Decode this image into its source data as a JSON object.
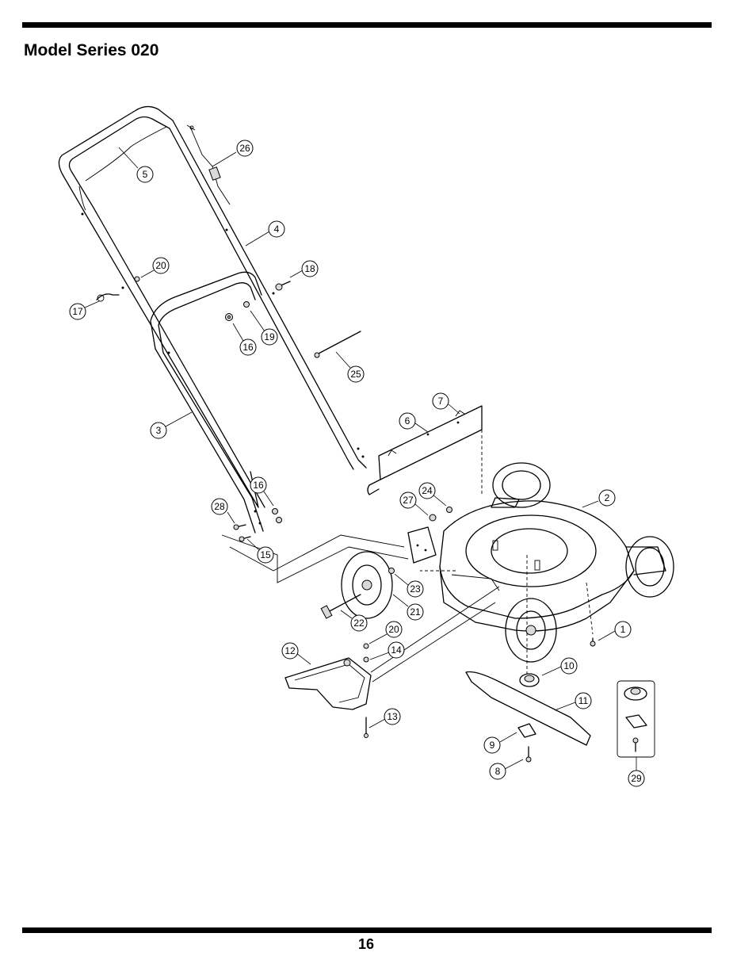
{
  "header": {
    "title": "Model Series 020"
  },
  "footer": {
    "page_number": "16"
  },
  "callouts": [
    {
      "id": "26",
      "label": "26"
    },
    {
      "id": "5",
      "label": "5"
    },
    {
      "id": "4",
      "label": "4"
    },
    {
      "id": "20a",
      "label": "20"
    },
    {
      "id": "18",
      "label": "18"
    },
    {
      "id": "17",
      "label": "17"
    },
    {
      "id": "19",
      "label": "19"
    },
    {
      "id": "16a",
      "label": "16"
    },
    {
      "id": "25",
      "label": "25"
    },
    {
      "id": "7",
      "label": "7"
    },
    {
      "id": "6",
      "label": "6"
    },
    {
      "id": "3",
      "label": "3"
    },
    {
      "id": "16b",
      "label": "16"
    },
    {
      "id": "24",
      "label": "24"
    },
    {
      "id": "27",
      "label": "27"
    },
    {
      "id": "2",
      "label": "2"
    },
    {
      "id": "28",
      "label": "28"
    },
    {
      "id": "15",
      "label": "15"
    },
    {
      "id": "23",
      "label": "23"
    },
    {
      "id": "21",
      "label": "21"
    },
    {
      "id": "22",
      "label": "22"
    },
    {
      "id": "20b",
      "label": "20"
    },
    {
      "id": "1",
      "label": "1"
    },
    {
      "id": "12",
      "label": "12"
    },
    {
      "id": "14",
      "label": "14"
    },
    {
      "id": "10",
      "label": "10"
    },
    {
      "id": "11",
      "label": "11"
    },
    {
      "id": "13",
      "label": "13"
    },
    {
      "id": "9",
      "label": "9"
    },
    {
      "id": "8",
      "label": "8"
    },
    {
      "id": "29",
      "label": "29"
    }
  ]
}
